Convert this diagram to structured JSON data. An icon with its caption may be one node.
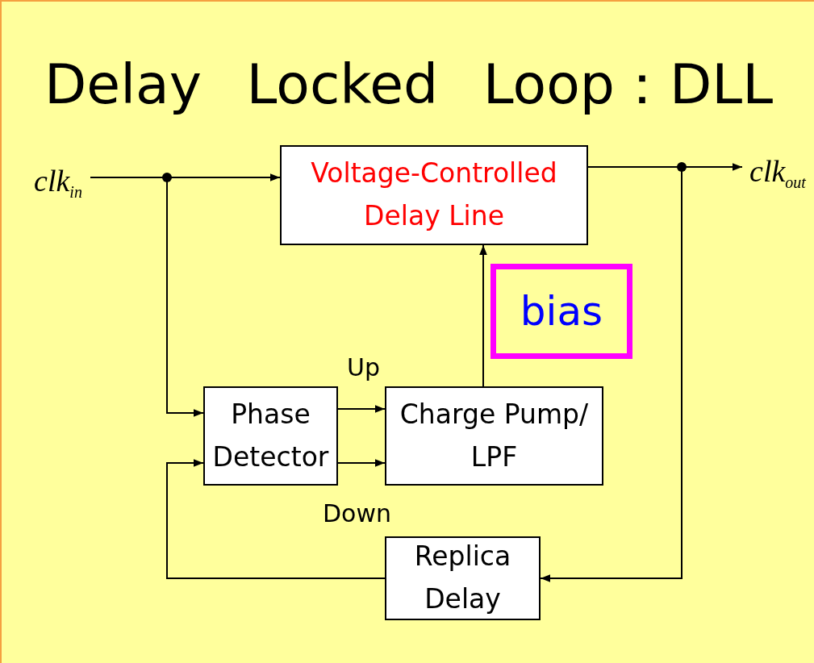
{
  "diagram": {
    "title": "Delay Locked Loop：DLL",
    "nodes": [
      {
        "text": [
          "clk$_{in}$"
        ]
      },
      {
        "text": [
          "Voltage-Controlled Delay Line"
        ]
      },
      {
        "text": [
          "clk$_{out}$"
        ]
      },
      {
        "text": [
          "bias"
        ]
      },
      {
        "text": [
          "Phase Detector"
        ]
      },
      {
        "text": [
          "Charge Pump/ LPF"
        ]
      },
      {
        "text": [
          "Replica Delay"
        ]
      }
    ],
    "edges": [
      {
        "from": 0,
        "to": 1,
        "arrow": "to"
      },
      {
        "from": 0,
        "to": 4,
        "arrow": "to"
      },
      {
        "from": 1,
        "to": 2,
        "arrow": "to"
      },
      {
        "from": 1,
        "to": 6,
        "arrow": "to"
      },
      {
        "from": 4,
        "to": 5,
        "arrow": "to",
        "label": "Up"
      },
      {
        "from": 4,
        "to": 5,
        "arrow": "to",
        "label": "Down"
      },
      {
        "from": 5,
        "to": 1,
        "arrow": "to"
      },
      {
        "from": 6,
        "to": 4,
        "arrow": "to"
      }
    ]
  }
}
